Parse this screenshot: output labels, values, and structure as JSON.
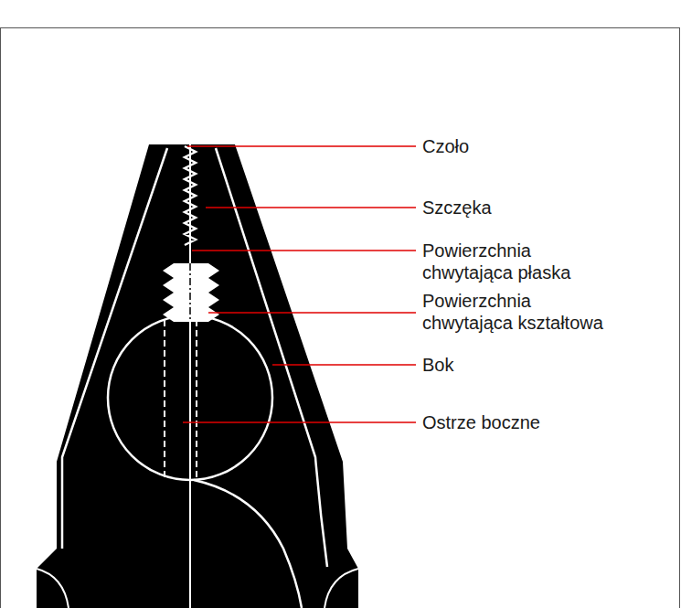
{
  "diagram": {
    "labels": [
      "Czoło",
      "Szczęka",
      "Powierzchnia chwytająca płaska",
      "Powierzchnia chwytająca kształtowa",
      "Bok",
      "Ostrze boczne"
    ]
  }
}
